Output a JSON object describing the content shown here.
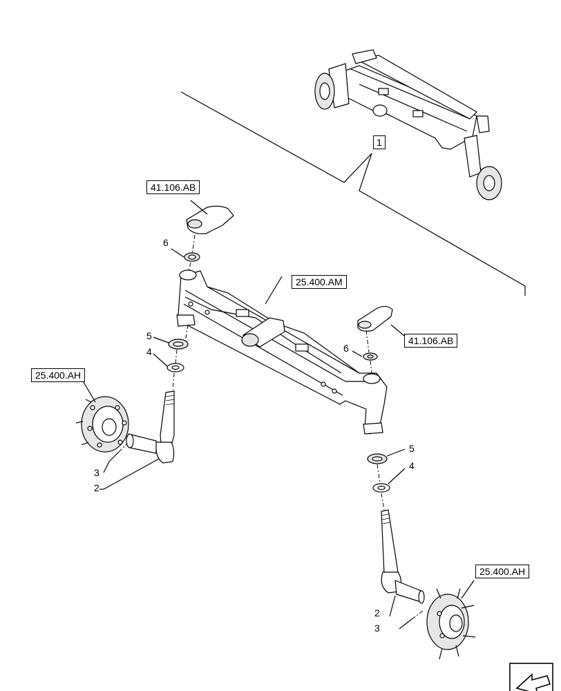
{
  "references": {
    "steering_arm_top": "41.106.AB",
    "steering_arm_right": "41.106.AB",
    "axle_beam": "25.400.AM",
    "hub_left": "25.400.AH",
    "hub_right": "25.400.AH",
    "assembly_index": "1"
  },
  "callouts": {
    "c2_left": "2",
    "c3_left": "3",
    "c4_left": "4",
    "c5_left": "5",
    "c6_left": "6",
    "c2_right": "2",
    "c3_right": "3",
    "c4_right": "4",
    "c5_right": "5",
    "c6_right": "6"
  },
  "icons": {
    "orientation": "arrow-icon"
  }
}
